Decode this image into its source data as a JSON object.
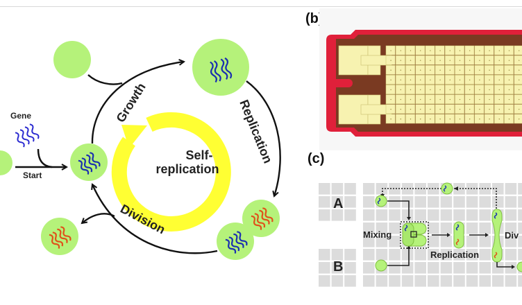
{
  "figure": {
    "panel_a": {
      "center_label_line1": "Self-",
      "center_label_line2": "replication",
      "gene_label": "Gene",
      "start_label": "Start",
      "cycle_labels": {
        "growth": "Growth",
        "replication": "Replication",
        "division": "Division"
      }
    },
    "panel_b": {
      "label": "(b)"
    },
    "panel_c": {
      "label": "(c)",
      "reservoir_a": "A",
      "reservoir_b": "B",
      "mixing": "Mixing",
      "replication": "Replication",
      "division": "Div"
    }
  },
  "colors": {
    "cell_green": "#b5f27a",
    "gene_blue": "#1a2fb0",
    "gene_orange": "#e0501a",
    "cycle_yellow": "#ffff33",
    "chip_red": "#e0203a",
    "chip_brown": "#7a3a22",
    "electrode_yellow": "#f7f2b0",
    "grid_gray": "#dcdcdc"
  }
}
